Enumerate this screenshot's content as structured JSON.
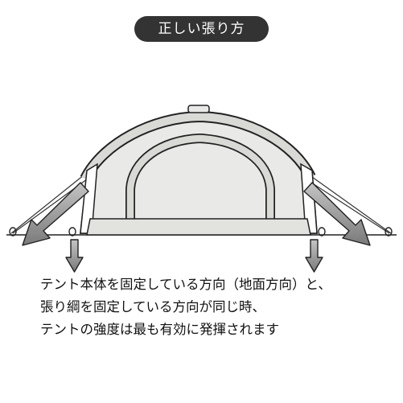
{
  "title": "正しい張り方",
  "caption": {
    "lines": [
      "テント本体を固定している方向（地面方向）と、",
      "張り綱を固定している方向が同じ時、",
      "テントの強度は最も有効に発揮されます"
    ]
  }
}
